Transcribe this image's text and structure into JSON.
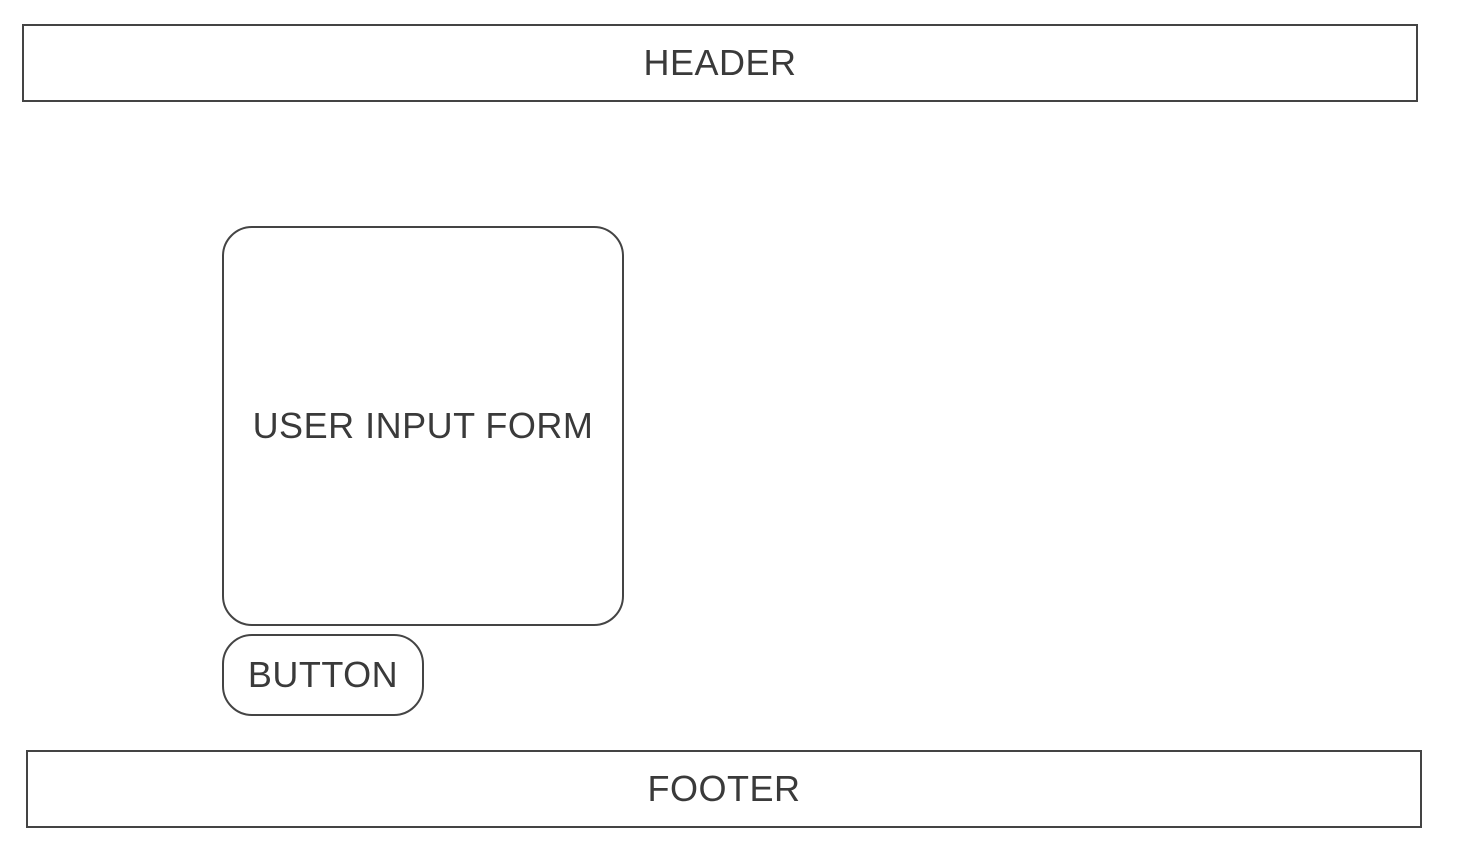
{
  "header": {
    "label": "HEADER"
  },
  "form": {
    "label": "USER INPUT FORM"
  },
  "button": {
    "label": "BUTTON"
  },
  "footer": {
    "label": "FOOTER"
  },
  "colors": {
    "stroke": "#444444",
    "text": "#3a3a3a",
    "background": "#ffffff"
  }
}
